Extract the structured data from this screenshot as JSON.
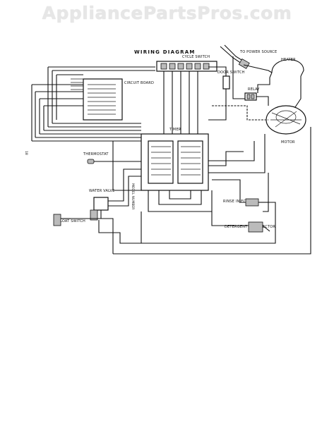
{
  "watermark": "AppliancePartsPros.com",
  "diagram": {
    "title": "WIRING   DIAGRAM",
    "labels": {
      "cycle_switch": "CYCLE SWITCH",
      "power_source": "TO POWER SOURCE",
      "heater": "HEATER",
      "door_switch": "DOOR SWITCH",
      "circuit_board": "CIRCUIT BOARD",
      "relay": "RELAY",
      "timer": "TIMER",
      "motor": "MOTOR",
      "thermostat": "THERMOSTAT",
      "water_valve": "WATER VALVE",
      "rinse_injector": "RINSE INJECTOR",
      "float_switch": "FLOAT SWITCH",
      "detergent_cup_injector": "DETERGENT CUP INJECTOR",
      "side_mark": "18",
      "vertical_note": "MODEL NUMBER"
    }
  }
}
